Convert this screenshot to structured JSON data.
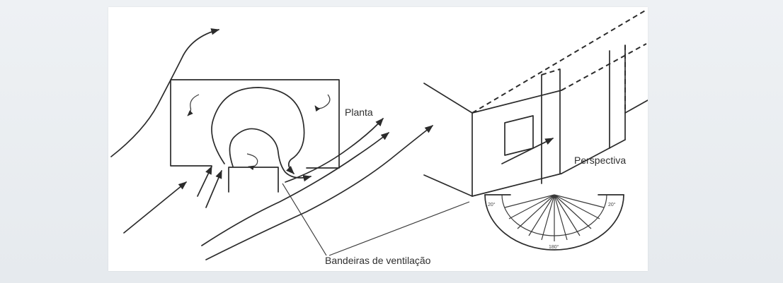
{
  "labels": {
    "plan": "Planta",
    "perspective": "Perspectiva",
    "vents": "Bandeiras de ventilação"
  },
  "protractor": {
    "left_angle": "20°",
    "right_angle": "20°",
    "bottom_angle": "180°"
  },
  "colors": {
    "background": "#e9edf1",
    "panel": "#ffffff",
    "ink": "#2b2b2b"
  }
}
